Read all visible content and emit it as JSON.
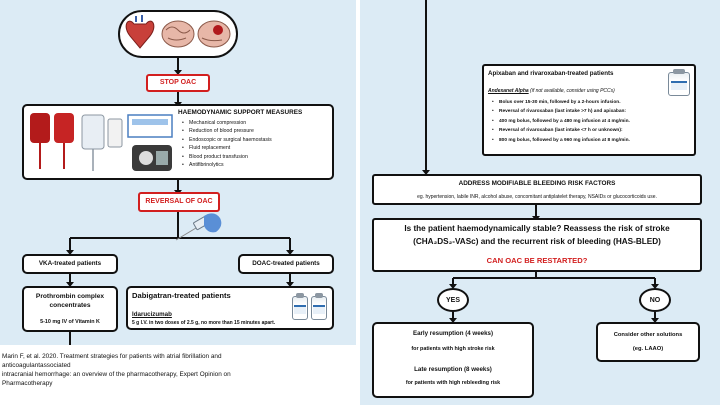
{
  "left_panel": {
    "stop_oac": "STOP OAC",
    "haemodynamic": {
      "title": "HAEMODYNAMIC SUPPORT MEASURES",
      "items": [
        "Mechanical compression",
        "Reduction of blood pressure",
        "Endoscopic or surgical haemostasis",
        "Fluid replacement",
        "Blood product transfusion",
        "Antifibrinolytics"
      ]
    },
    "reversal": "REVERSAL OF OAC",
    "vka": "VKA-treated patients",
    "doac": "DOAC-treated patients",
    "prothrombin": {
      "title": "Prothrombin complex concentrates",
      "dose": "5-10 mg IV of Vitamin K"
    },
    "dabigatran": {
      "title": "Dabigatran-treated patients",
      "drug": "Idarucizumab",
      "dose": "5 g I.V. in two doses of 2.5 g, no more than 15 minutes apart."
    }
  },
  "citation": {
    "line1": "Marin F, et al. 2020. Treatment strategies for patients with atrial fibrillation and",
    "line2": "anticoagulantassociated",
    "line3": "intracranial hemorrhage: an overview of the pharmacotherapy, Expert Opinion on",
    "line4": "Pharmacotherapy"
  },
  "right_panel": {
    "apixaban": {
      "title": "Apixaban and rivaroxaban-treated patients",
      "drug": "Andexanet Alpha",
      "drug_note": "(if not available, consider using PCCs)",
      "b1": "Bolus over 15-30 min, followed by a 2-hours infusion.",
      "b2": "Reversal of rivaroxaban (last intake >7 h) and apixaban:",
      "b2_dose": "400 mg bolus, followed by a 480 mg infusion at 4 mg/min.",
      "b3": "Reversal of rivaroxaban (last intake <7 h or unknown):",
      "b3_dose": "800 mg bolus, followed by a 960 mg infusion at 8 mg/min."
    },
    "bleeding": {
      "title": "ADDRESS MODIFIABLE BLEEDING RISK FACTORS",
      "text": "eg. hypertension, labile INR, alcohol abuse, concomitant antiplatelet therapy, NSAIDs or glucocorticoids use."
    },
    "question": {
      "line1": "Is the patient haemodynamically stable? Reassess the risk of stroke",
      "line2": "(CHA₂DS₂-VASc) and the recurrent risk of bleeding (HAS-BLED)",
      "restart": "CAN OAC BE RESTARTED?"
    },
    "yes": "YES",
    "no": "NO",
    "resumption": {
      "early": "Early resumption (4 weeks)",
      "early_note": "for patients with high stroke risk",
      "late": "Late resumption (8 weeks)",
      "late_note": "for patients with high rebleeding risk"
    },
    "other": {
      "title": "Consider other solutions",
      "note": "(eg. LAAO)"
    }
  }
}
